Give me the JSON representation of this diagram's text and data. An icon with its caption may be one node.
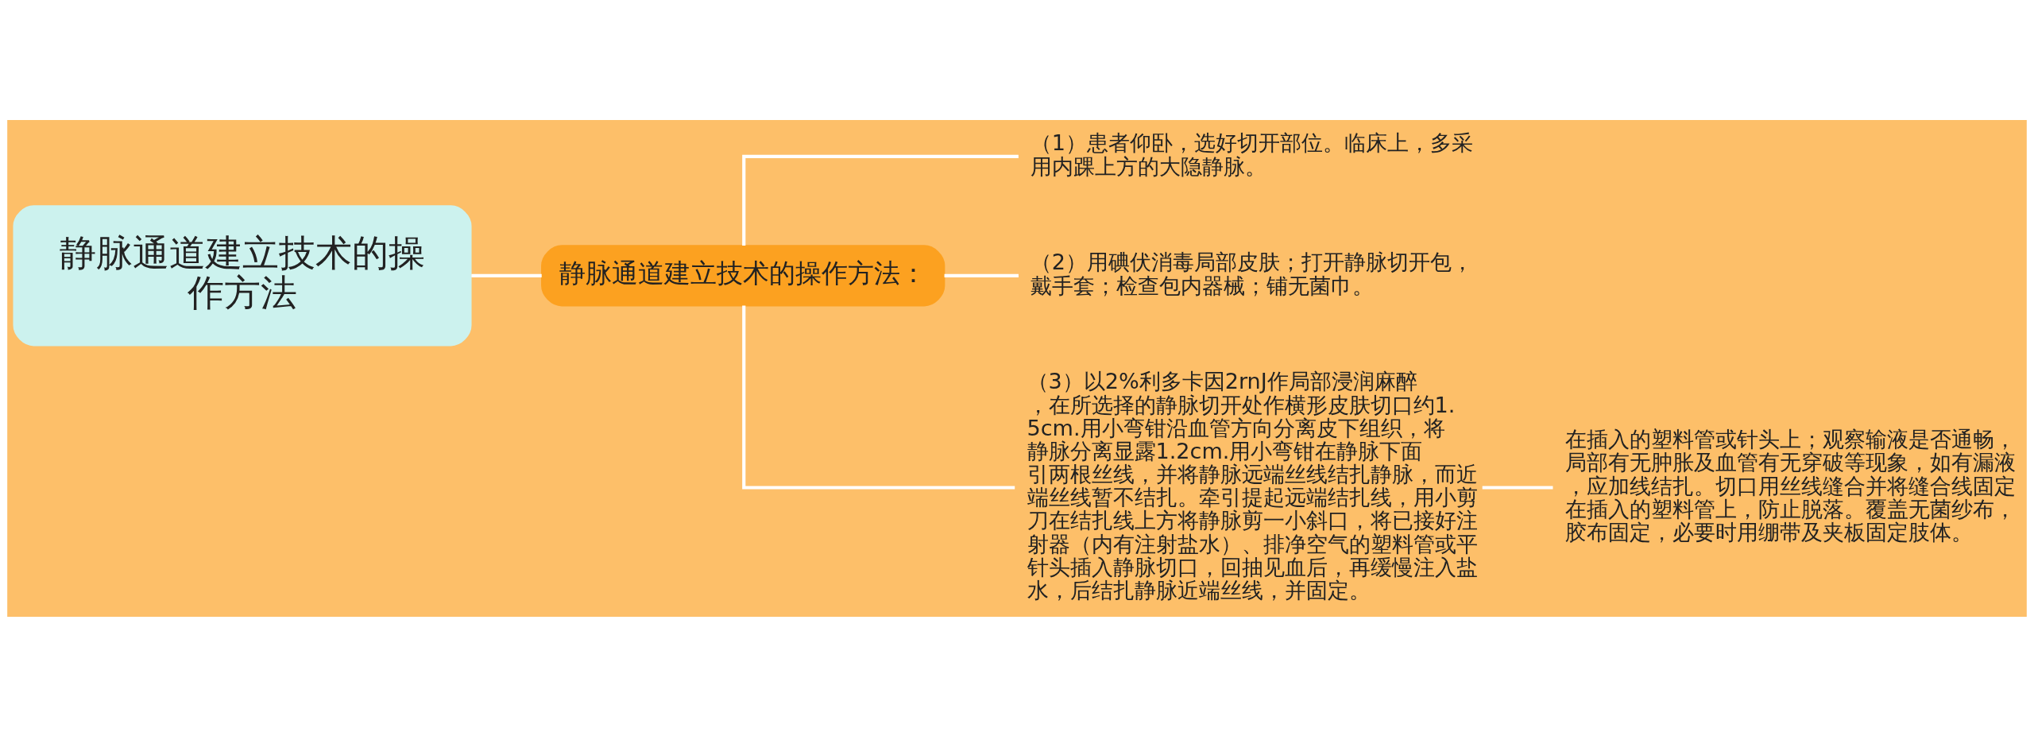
{
  "diagram": {
    "nodes": [
      {
        "text": [
          "静脉通道建立技术的操作方法"
        ]
      },
      {
        "text": [
          "静脉通道建立技术的操作方法："
        ]
      },
      {
        "text": [
          "（1）患者仰卧，选好切开部位。临床上，多采用内踝上方的大隐静脉。"
        ]
      },
      {
        "text": [
          "（2）用碘伏消毒局部皮肤；打开静脉切开包，戴手套；检查包内器械；铺无菌巾。"
        ]
      },
      {
        "text": [
          "（3）以2%利多卡因2rnJ作局部浸润麻醉，在所选择的静脉切开处作横形皮肤切口约1.5cm.用小弯钳沿血管方向分离皮下组织，将静脉分离显露1.2cm.用小弯钳在静脉下面引两根丝线，并将静脉远端丝线结扎静脉，而近端丝线暂不结扎。牵引提起远端结扎线，用小剪刀在结扎线上方将静脉剪一小斜口，将已接好注射器（内有注射盐水）、排净空气的塑料管或平针头插入静脉切口，回抽见血后，再缓慢注入盐水，后结扎静脉近端丝线，并固定。"
        ]
      },
      {
        "text": [
          "在插入的塑料管或针头上；观察输液是否通畅，局部有无肿胀及血管有无穿破等现象，如有漏液，应加线结扎。切口用丝线缝合并将缝合线固定在插入的塑料管上，防止脱落。覆盖无菌纱布，胶布固定，必要时用绷带及夹板固定肢体。"
        ]
      }
    ],
    "edges": [
      {
        "from": 0,
        "to": 1,
        "arrow": "none"
      },
      {
        "from": 1,
        "to": 2,
        "arrow": "none"
      },
      {
        "from": 1,
        "to": 3,
        "arrow": "none"
      },
      {
        "from": 1,
        "to": 4,
        "arrow": "none"
      },
      {
        "from": 4,
        "to": 5,
        "arrow": "none"
      }
    ]
  }
}
